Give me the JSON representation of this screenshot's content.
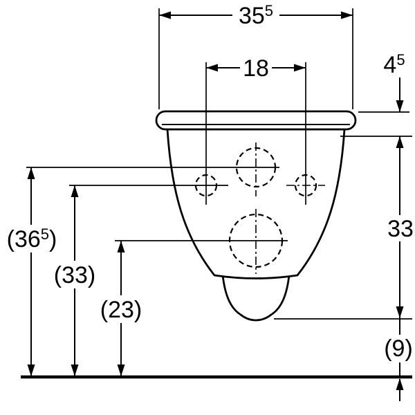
{
  "dimensions": {
    "overall_width": {
      "base": "35",
      "sup": "5"
    },
    "hole_spacing": "18",
    "seat_height": {
      "base": "4",
      "sup": "5"
    },
    "bowl_height": "33",
    "supply_height": {
      "open": "(36",
      "sup": "5",
      "close": ")"
    },
    "holes_height": "(33)",
    "outlet_height": "(23)",
    "below_outlet": "(9)"
  }
}
